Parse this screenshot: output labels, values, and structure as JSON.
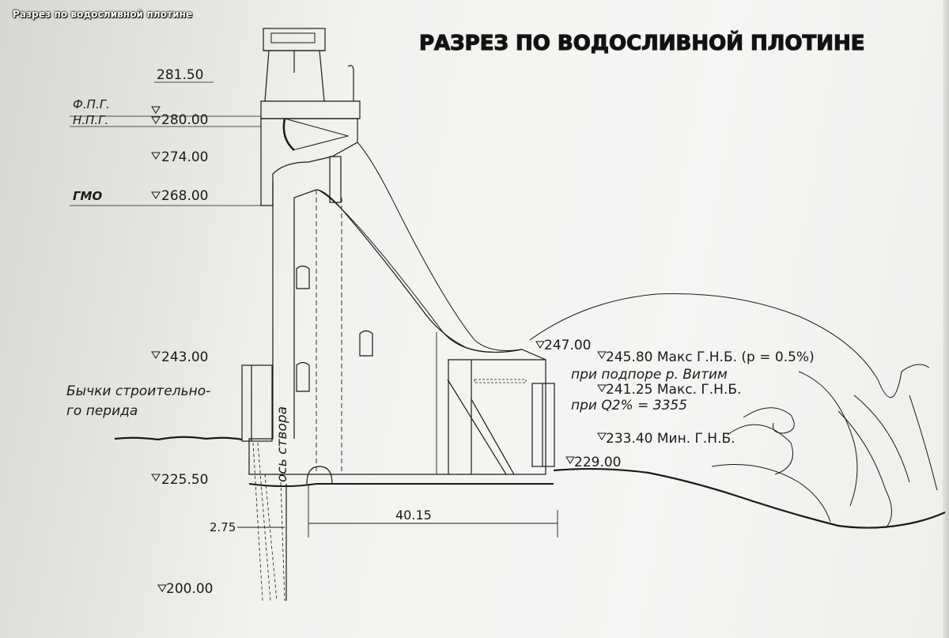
{
  "caption": "Разрез по водосливной плотине",
  "drawing": {
    "title": "РАЗРЕЗ ПО ВОДОСЛИВНОЙ ПЛОТИНЕ",
    "levels": {
      "top": "281.50",
      "fpg_label": "Ф.П.Г.",
      "npg_label": "Н.П.Г.",
      "npg": "280.00",
      "l274": "274.00",
      "gmo_label": "ГМО",
      "gmo": "268.00",
      "l243": "243.00",
      "l247": "247.00",
      "l225": "225.50",
      "l229": "229.00",
      "l200": "200.00"
    },
    "notes": {
      "max1": "245.80 Макс Г.Н.Б. (р = 0.5%)",
      "max1_sub": "при подпоре р. Витим",
      "max2": "241.25 Макс. Г.Н.Б.",
      "max2_sub": "при Q2% = 3355",
      "min": "233.40 Мин. Г.Н.Б.",
      "piers_1": "Бычки строительно-",
      "piers_2": "го перида",
      "axis": "ось створа"
    },
    "dims": {
      "d275": "2.75",
      "d4015": "40.15"
    }
  }
}
